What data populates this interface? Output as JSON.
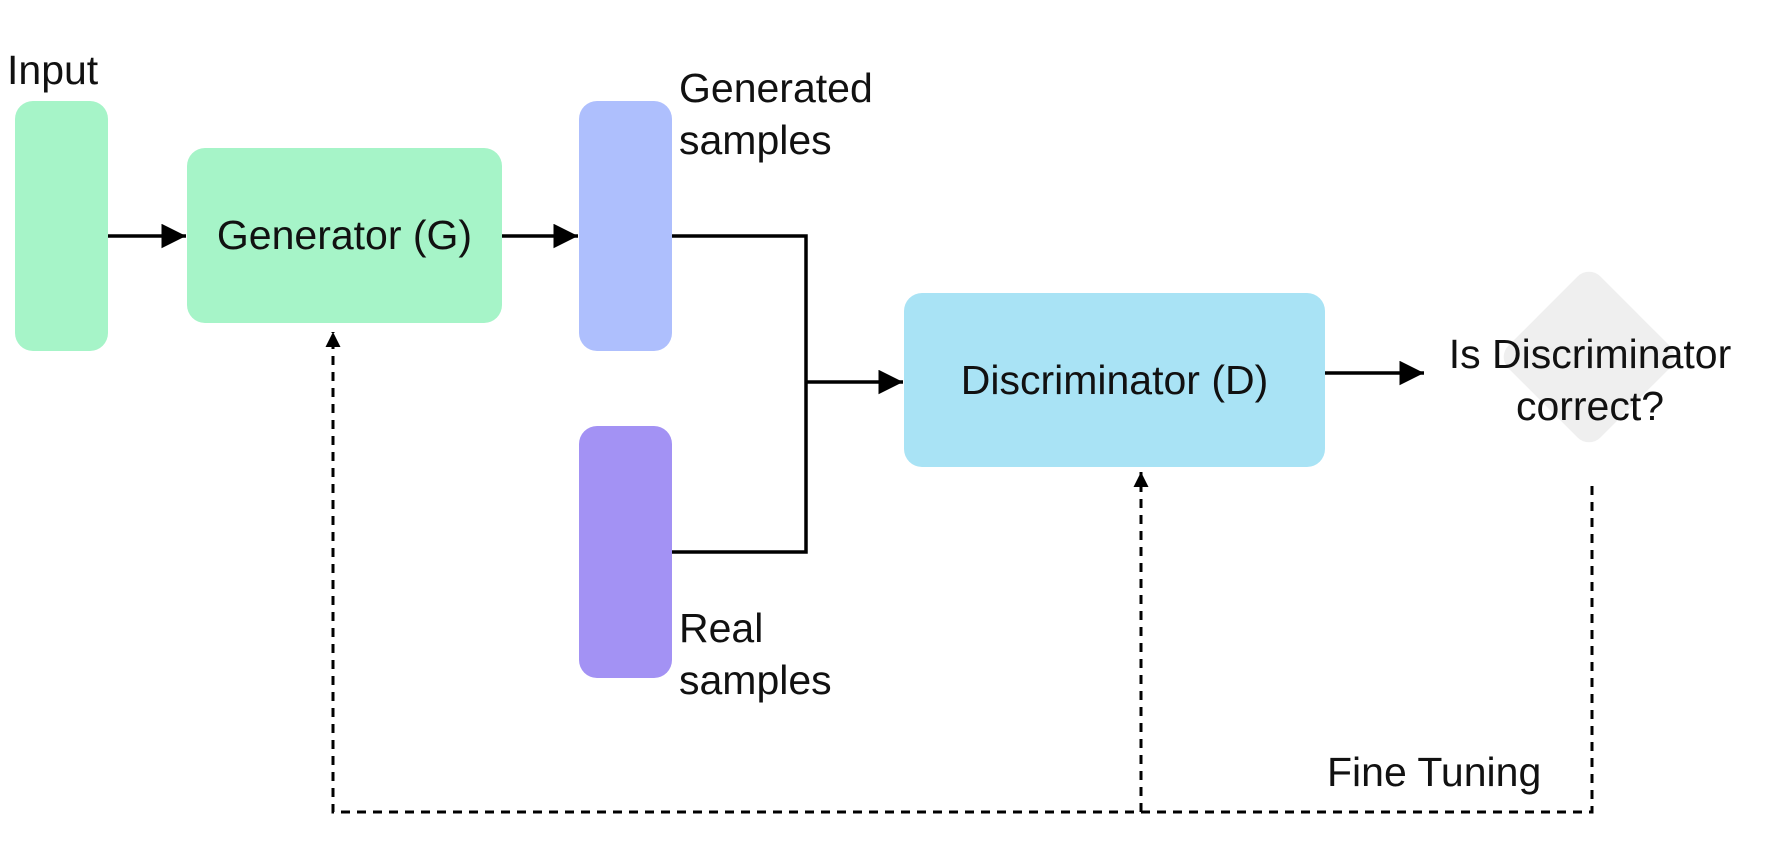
{
  "colors": {
    "input": "#a6f4c8",
    "generator": "#a6f4c8",
    "generated_samples": "#aebffd",
    "real_samples": "#a392f4",
    "discriminator": "#a9e3f5",
    "decision": "#efefef",
    "line": "#000000"
  },
  "labels": {
    "input": "Input",
    "generator": "Generator (G)",
    "generated_samples_line1": "Generated",
    "generated_samples_line2": "samples",
    "real_samples_line1": "Real",
    "real_samples_line2": "samples",
    "discriminator": "Discriminator (D)",
    "decision_line1": "Is Discriminator",
    "decision_line2": "correct?",
    "fine_tuning": "Fine Tuning"
  }
}
